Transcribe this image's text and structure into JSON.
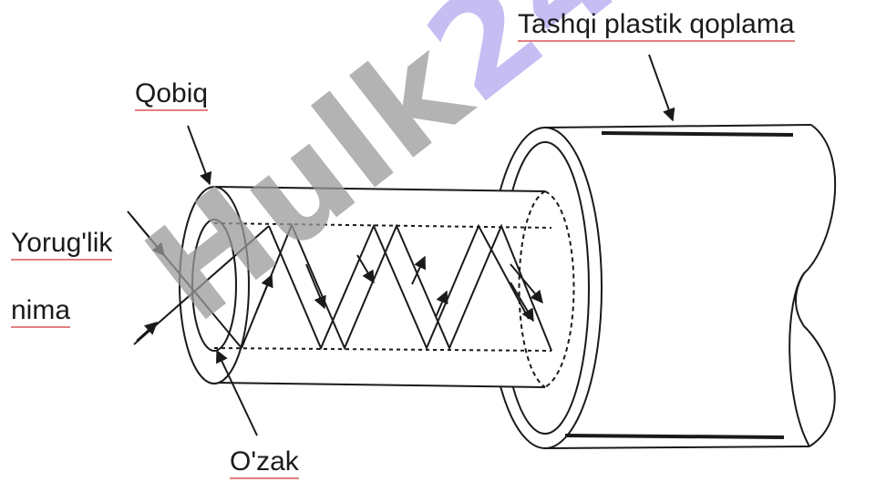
{
  "labels": {
    "outer_coating": "Tashqi plastik qoplama",
    "cladding": "Qobiq",
    "light_line1": "Yorug'lik",
    "light_line2": "nima",
    "core": "O'zak"
  },
  "watermark": {
    "main": "Hulk",
    "accent": "24"
  },
  "colors": {
    "line": "#1a1a1a",
    "watermark_gray": "#9a9a9a",
    "watermark_purple": "#b3a8f0",
    "underline": "#e08080"
  }
}
